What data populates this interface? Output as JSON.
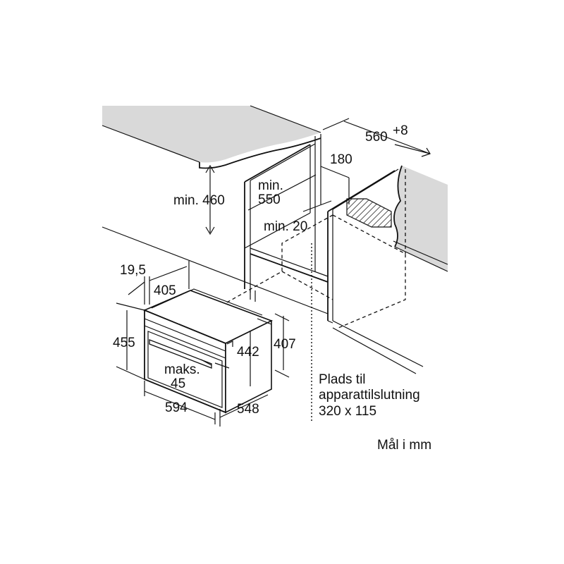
{
  "dimensions": {
    "niche_width": "560",
    "niche_width_tol": "+8",
    "depth_180": "180",
    "min_460": "min. 460",
    "min_550_a": "min.",
    "min_550_b": "550",
    "min_20": "min. 20",
    "d_19_5": "19,5",
    "d_405": "405",
    "d_455": "455",
    "d_442": "442",
    "d_407": "407",
    "maks_a": "maks.",
    "maks_b": "45",
    "d_594": "594",
    "d_548": "548"
  },
  "notes": {
    "connection_1": "Plads til",
    "connection_2": "apparattilslutning",
    "connection_3": "320 x 115",
    "units": "Mål i mm"
  },
  "colors": {
    "countertop": "#d9d9d9",
    "line": "#111111",
    "hatch": "#111111"
  }
}
